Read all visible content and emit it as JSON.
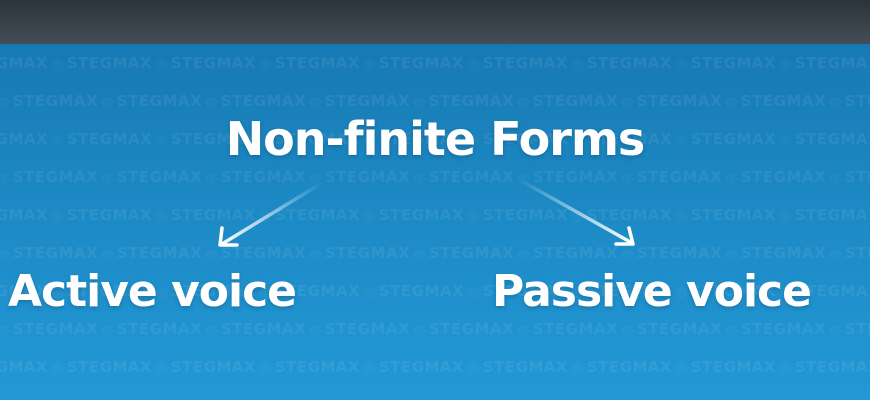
{
  "watermark": "STEGMAX",
  "diagram": {
    "root": "Non-finite Forms",
    "children": [
      {
        "label": "Active voice"
      },
      {
        "label": "Passive voice"
      }
    ]
  },
  "colors": {
    "background_top": "#1779b3",
    "background_bottom": "#2298d6",
    "top_bar": "#3a4149",
    "text": "#ffffff"
  }
}
